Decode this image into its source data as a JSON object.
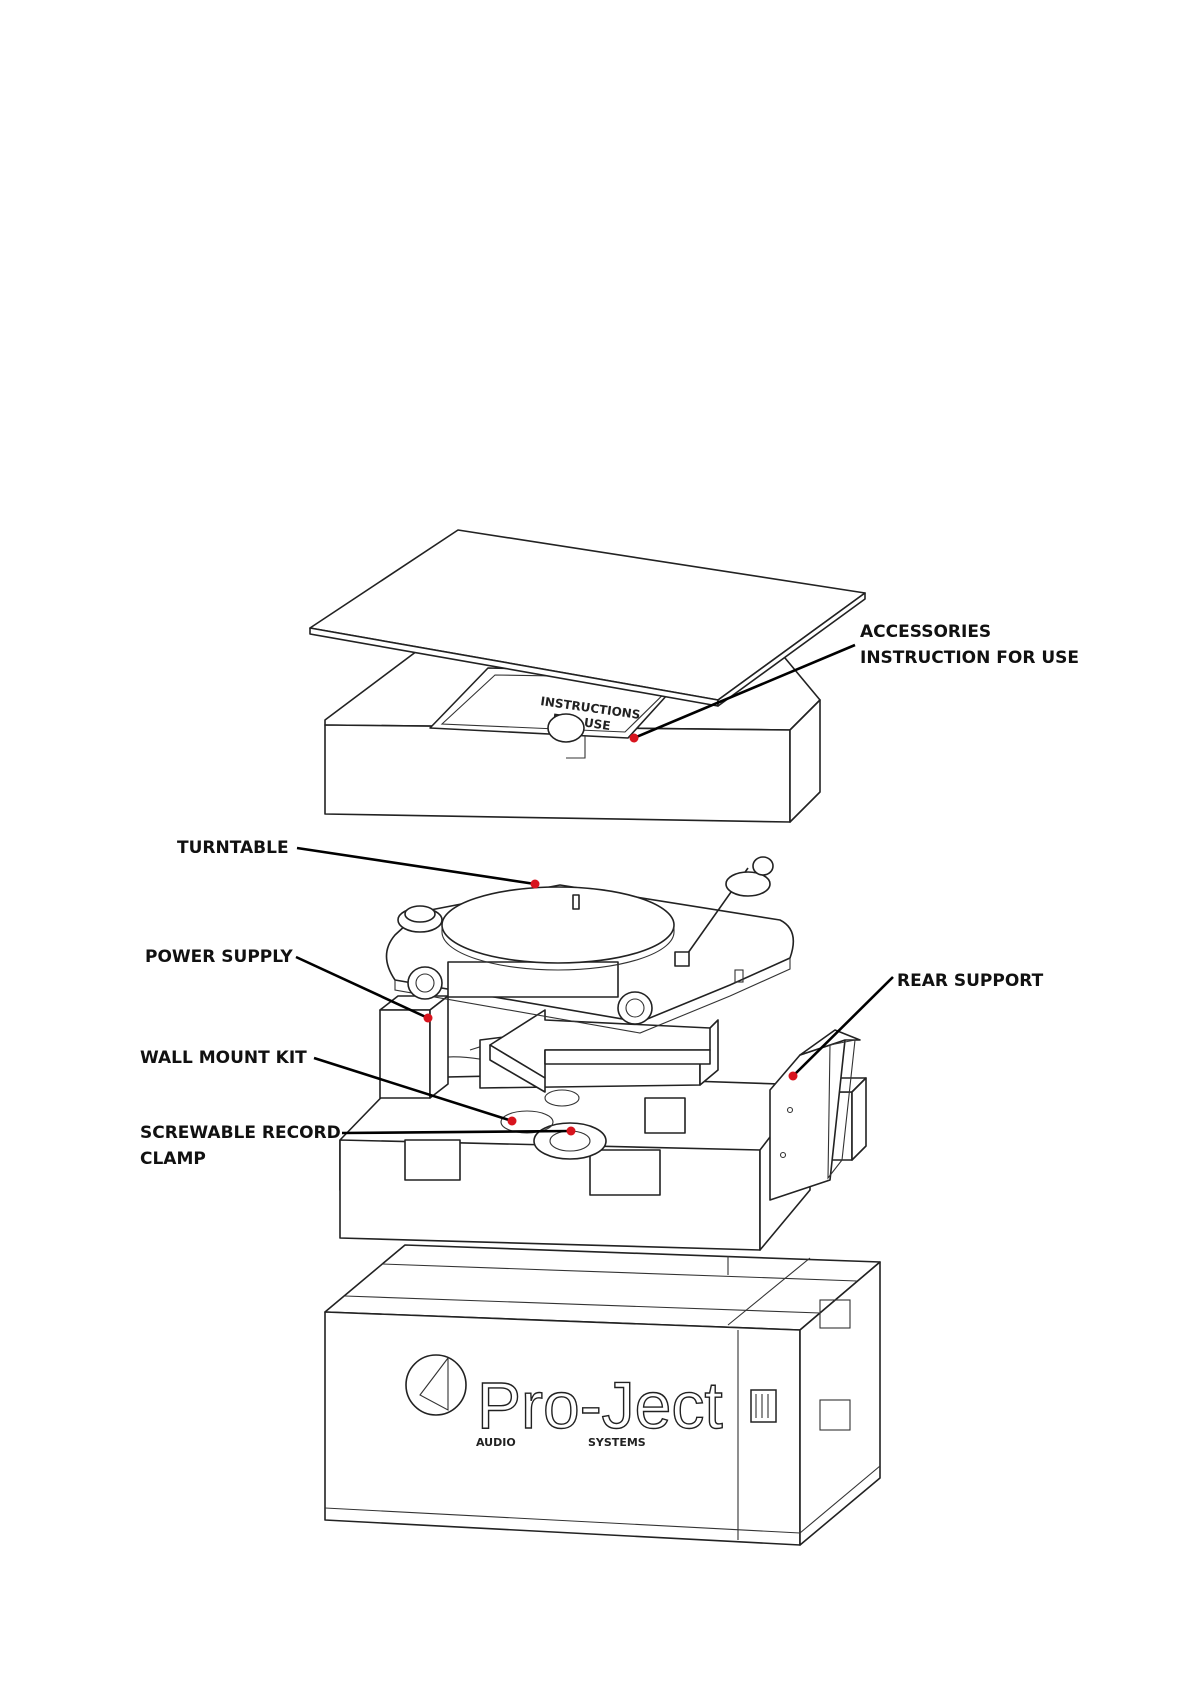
{
  "diagram": {
    "labels": {
      "accessories_line1": "ACCESSORIES",
      "accessories_line2": "INSTRUCTION FOR USE",
      "turntable": "TURNTABLE",
      "power_supply": "POWER SUPPLY",
      "rear_support": "REAR SUPPORT",
      "wall_mount_kit": "WALL MOUNT KIT",
      "record_clamp_line1": "SCREWABLE RECORD",
      "record_clamp_line2": "CLAMP"
    },
    "instructions_box_text_line1": "INSTRUCTIONS",
    "instructions_box_text_line2": "FOR USE",
    "brand": {
      "name": "Pro-Ject",
      "subtitle_left": "AUDIO",
      "subtitle_right": "SYSTEMS"
    },
    "colors": {
      "marker": "#d8141e",
      "line": "#000000"
    }
  }
}
